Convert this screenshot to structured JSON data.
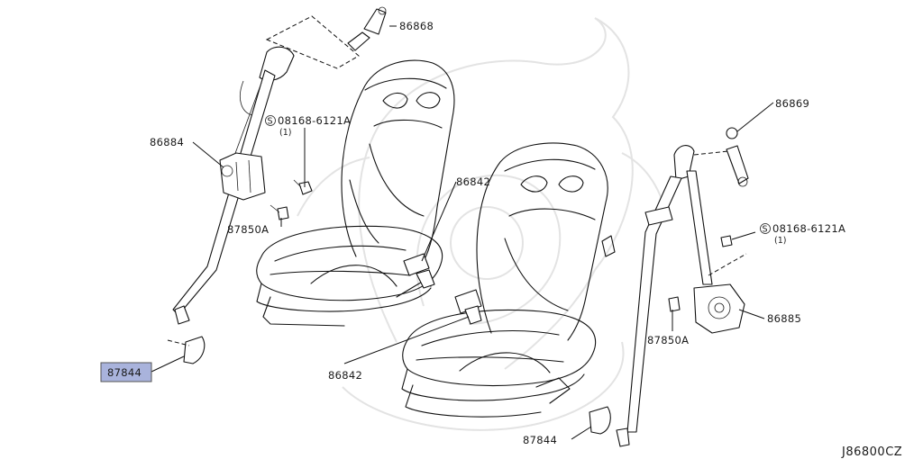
{
  "colors": {
    "line": "#111111",
    "highlight_fill": "#a9b3dc",
    "watermark": "#e3e3e3",
    "background": "#ffffff"
  },
  "callouts": {
    "part_86868": "86868",
    "part_86884": "86884",
    "bolt_08168_left": "08168-6121A",
    "bolt_08168_left_qty": "(1)",
    "part_87850A_left": "87850A",
    "part_86842_upper": "86842",
    "part_86842_lower": "86842",
    "part_87844_left": "87844",
    "part_86869": "86869",
    "bolt_08168_right": "08168-6121A",
    "bolt_08168_right_qty": "(1)",
    "part_86885": "86885",
    "part_87850A_right": "87850A",
    "part_87844_right": "87844"
  },
  "icons": {
    "bolt_marker": "circled-s-icon"
  },
  "diagram_code": "J86800CZ"
}
